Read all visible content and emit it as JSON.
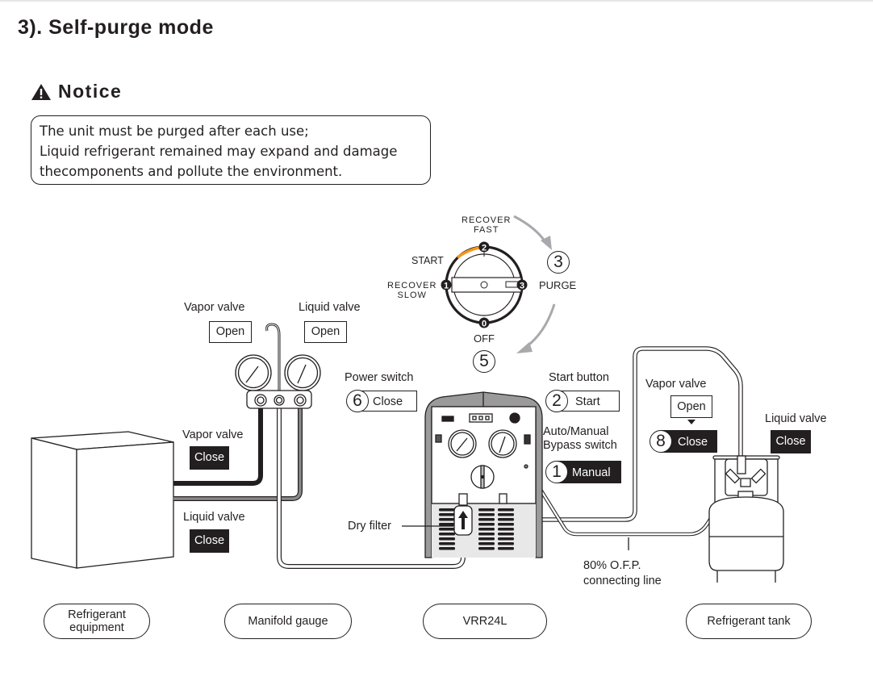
{
  "title": "3). Self-purge mode",
  "notice": {
    "heading": "Notice",
    "icon": "warning-triangle-icon",
    "lines": [
      "The unit must be purged after each use;",
      "Liquid refrigerant remained may expand and damage",
      "thecomponents and pollute the environment."
    ]
  },
  "dial": {
    "positions": [
      {
        "num": "0",
        "label": "OFF"
      },
      {
        "num": "1",
        "label": "RECOVER SLOW"
      },
      {
        "num": "2",
        "label": "RECOVER FAST"
      },
      {
        "num": "3",
        "label": "PURGE"
      }
    ],
    "labels": {
      "recover_fast_1": "RECOVER",
      "recover_fast_2": "FAST",
      "start": "START",
      "recover_slow_1": "RECOVER",
      "recover_slow_2": "SLOW",
      "purge": "PURGE",
      "off": "OFF"
    },
    "steps": {
      "purge": "3",
      "off": "5"
    },
    "start_arc_color": "#f7941d"
  },
  "manifold": {
    "vapor_valve_label": "Vapor valve",
    "vapor_valve_state": "Open",
    "liquid_valve_label": "Liquid valve",
    "liquid_valve_state": "Open"
  },
  "equipment": {
    "vapor_valve_label": "Vapor valve",
    "vapor_valve_state": "Close",
    "liquid_valve_label": "Liquid valve",
    "liquid_valve_state": "Close"
  },
  "unit": {
    "power_switch_label": "Power switch",
    "power_switch_step": "6",
    "power_switch_state": "Close",
    "start_button_label": "Start button",
    "start_button_step": "2",
    "start_button_state": "Start",
    "bypass_label_1": "Auto/Manual",
    "bypass_label_2": "Bypass switch",
    "bypass_step": "1",
    "bypass_state": "Manual",
    "dry_filter_label": "Dry filter",
    "ofp_line_1": "80% O.F.P.",
    "ofp_line_2": "connecting line"
  },
  "tank": {
    "vapor_valve_label": "Vapor valve",
    "vapor_valve_prev_state": "Open",
    "vapor_valve_step": "8",
    "vapor_valve_state": "Close",
    "liquid_valve_label": "Liquid valve",
    "liquid_valve_state": "Close"
  },
  "captions": [
    "Refrigerant equipment",
    "Manifold gauge",
    "VRR24L",
    "Refrigerant tank"
  ],
  "caption_lines": {
    "equipment_1": "Refrigerant",
    "equipment_2": "equipment"
  }
}
